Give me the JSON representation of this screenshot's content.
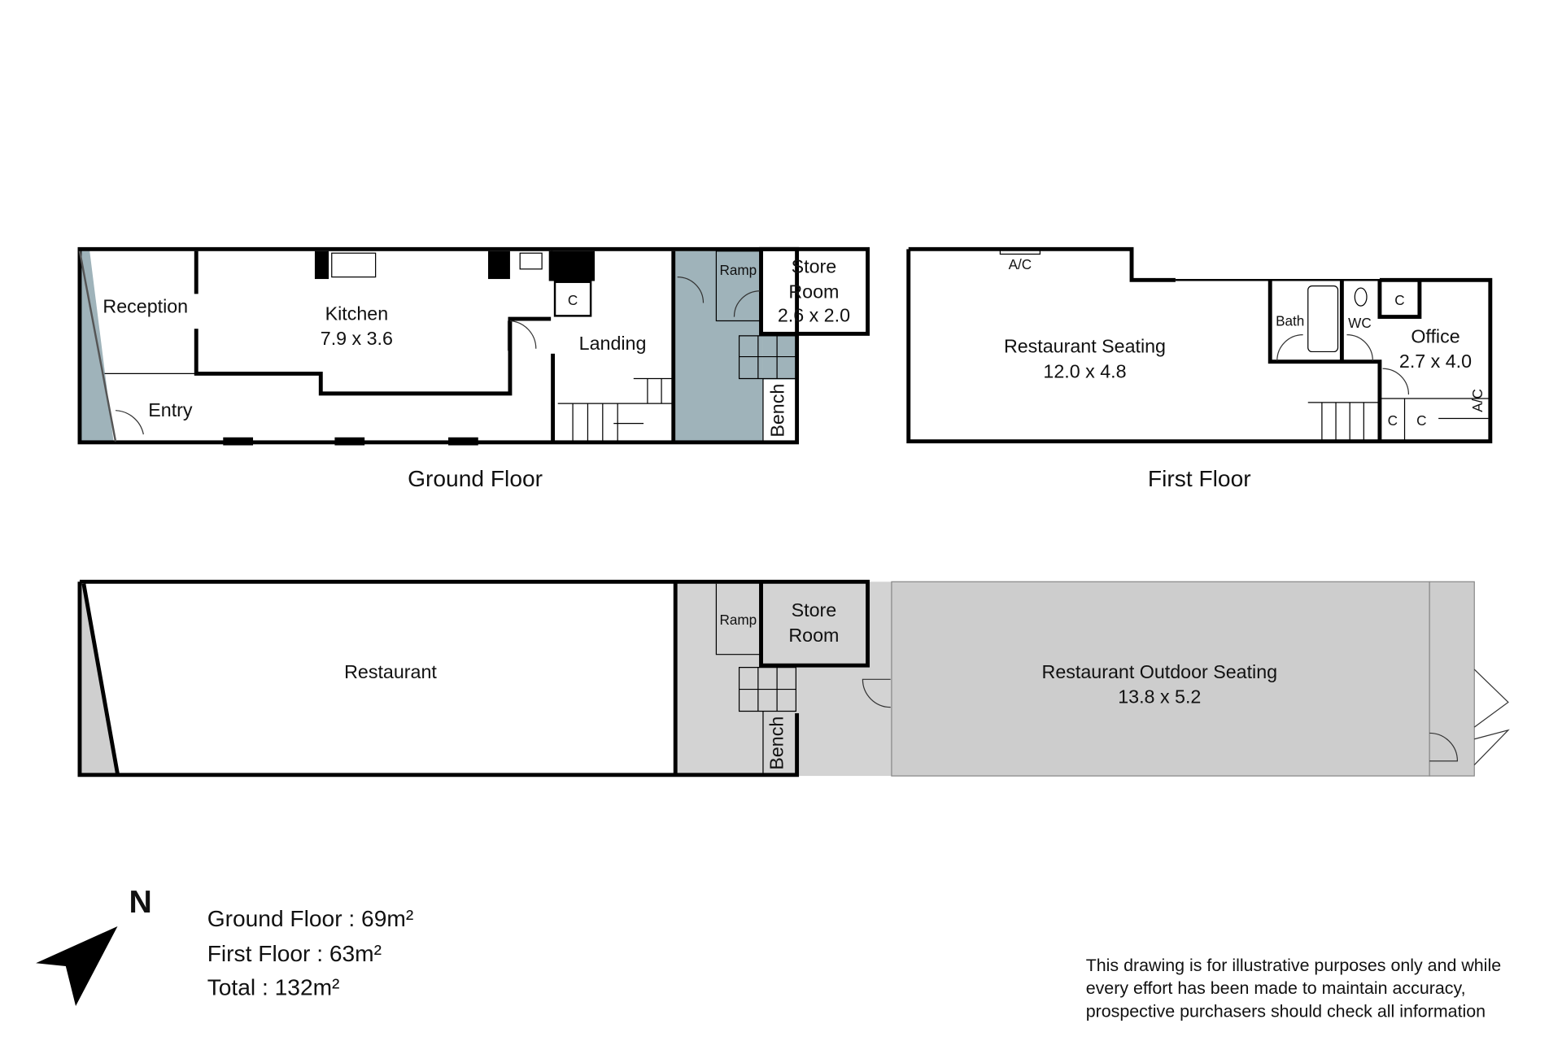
{
  "ground_floor": {
    "title": "Ground Floor",
    "rooms": {
      "reception": "Reception",
      "kitchen": "Kitchen",
      "kitchen_dims": "7.9 x 3.6",
      "entry": "Entry",
      "landing": "Landing",
      "cupboard": "C",
      "ramp": "Ramp",
      "store_room_1": "Store",
      "store_room_2": "Room",
      "store_dims": "2.6 x 2.0",
      "bench": "Bench"
    }
  },
  "first_floor": {
    "title": "First Floor",
    "rooms": {
      "ac_top": "A/C",
      "restaurant_seating": "Restaurant Seating",
      "seating_dims": "12.0 x 4.8",
      "bath": "Bath",
      "wc": "WC",
      "cupboard": "C",
      "office": "Office",
      "office_dims": "2.7 x 4.0",
      "ac_side": "A/C"
    }
  },
  "site_plan": {
    "restaurant": "Restaurant",
    "ramp": "Ramp",
    "store_room_1": "Store",
    "store_room_2": "Room",
    "bench": "Bench",
    "outdoor_seating": "Restaurant Outdoor Seating",
    "outdoor_dims": "13.8 x 5.2"
  },
  "compass": {
    "label": "N"
  },
  "areas": {
    "ground": "Ground Floor :  69m²",
    "first": "First Floor :  63m²",
    "total": "Total :  132m²"
  },
  "disclaimer": [
    "This drawing is for illustrative purposes only and while",
    "every effort has been made to maintain accuracy,",
    "prospective purchasers should check all information"
  ],
  "colors": {
    "blue_grey": "#9fb3ba",
    "grey": "#cfcfcf",
    "wall": "#000000"
  }
}
